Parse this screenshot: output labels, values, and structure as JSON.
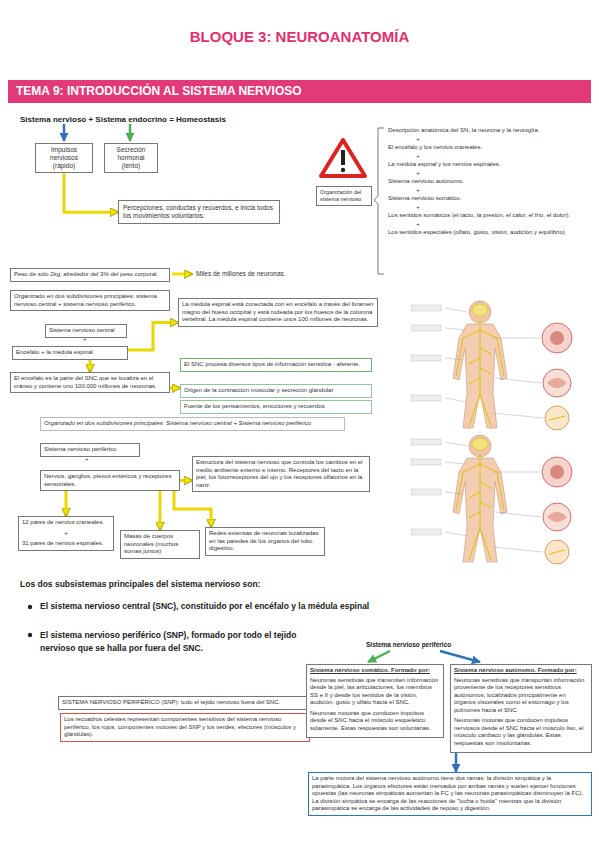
{
  "diagram": {
    "title": "BLOQUE 3: NEUROANATOMÍA",
    "nodes": [
      {
        "text": [
          "TEMA 9: INTRODUCCIÓN AL SISTEMA NERVIOSO"
        ]
      },
      {
        "text": [
          "Impulsos nerviosos (rápido)"
        ]
      },
      {
        "text": [
          "Secreción hormonal (lento)"
        ]
      },
      {
        "text": [
          "Percepciones, conductas y recuerdos, e inicia todos los movimientos voluntarios."
        ]
      },
      {
        "text": [
          "Organización del sistema nervioso"
        ]
      },
      {
        "text": [
          "Peso de sólo 2kg, alrededor del 3% del peso corporal."
        ]
      },
      {
        "text": [
          "Organizado en dos subdivisiones principales: sistema nervioso central + sistema nervioso periférico."
        ]
      },
      {
        "text": [
          "Sistema nervioso central"
        ]
      },
      {
        "text": [
          "Encéfalo + la médula espinal"
        ]
      },
      {
        "text": [
          "La médula espinal está conectada con en encéfalo a través del foramen magno del hueso occipital y está rodeada por los huesos de la columna vertebral. La médula espinal contiene unos 100 millones de neuronas."
        ]
      },
      {
        "text": [
          "El encéfalo es la parte del SNC que se localiza en el cráneo y contiene uno 100.000 millones de neuronas."
        ]
      },
      {
        "text": [
          "El SNC procesa diversos tipos de información sensitiva - aferente."
        ]
      },
      {
        "text": [
          "Origen de la contracción muscular y secreción glandular"
        ]
      },
      {
        "text": [
          "Fuente de los pensamientos, emociones y recuerdos"
        ]
      },
      {
        "text": [
          "Organizado en dos subdivisiones principales: Sistema nervioso central + Sistema nervioso periférico"
        ]
      },
      {
        "text": [
          "Sistema nervioso periférico"
        ]
      },
      {
        "text": [
          "Nervios, ganglios, plexos entéricos y receptores sensoriales."
        ]
      },
      {
        "text": [
          "Estructura del sistema nervioso que controla los cambios en el medio ambiente externo e interno. Receptores del tacto en la piel, los fotorreceptores del ojo y los receptores olfatorios en la nariz."
        ]
      },
      {
        "text": [
          "12 pares de nervios craneales.",
          "+",
          "31 pares de nervios espinales."
        ]
      },
      {
        "text": [
          "Masas de cuerpos neuronales (muchos somas juntos)"
        ]
      },
      {
        "text": [
          "Redes extensas de neuronas localizadas en las paredes de los órganos del tubo digestivo."
        ]
      },
      {
        "text": [
          "SISTEMA NERVIOSO PERIFÉRICO (SNP): todo el tejido nervioso fuera del SNC."
        ]
      },
      {
        "text": [
          "Los recuadros celestes representan componentes sensitivos del sistema nervioso periférico, los rojos, componentes motores del SNP y los verdes, efectores (músculos y glándulas)."
        ]
      },
      {
        "text": [
          "Sistema nervioso somático. Formado por:",
          "Neuronas sensitivas que transmiten información desde la piel, las articulaciones, los miembros SS e II y desde los sentidos de la visión, audición, gusto y olfato hacia el SNC.",
          "Neuronas motoras que conducen impulsos desde el SNC hacia el músculo esquelético solamente. Estas respuestas son voluntarias."
        ]
      },
      {
        "text": [
          "Sistema nervioso autónomo. Formado por:",
          "Neuronas sensitivas que transportan información proveniente de los receptores sensitivos autónomos, localizados principalmente en órganos viscerales como el estómago y los pulmones hacia el SNC.",
          "Neuronas motoras que conducen impulsos nerviosos desde el SNC hacia el músculo liso, el músculo cardíaco y las glándulas. Estas respuestas son involuntarias."
        ]
      },
      {
        "text": [
          "La parte motora del sistema nervioso autónomo tiene dos ramas: la división simpática y la parasimpática. Los órganos efectores están inervados por ambas ramas y suelen ejercer funciones opuestas (las neuronas simpáticas aumentan la FC y las neuronas parasimpáticas disminuyen la FC). La división simpática se encarga de las reacciones de \"lucha o huida\" mientras que la división parasimpática se encarga de las actividades de reposo y digestión."
        ]
      }
    ],
    "edges": [
      {
        "from": 1,
        "to": 3,
        "arrow": "to"
      },
      {
        "from": 8,
        "to": 9,
        "arrow": "to"
      },
      {
        "from": 8,
        "to": 10,
        "arrow": "to"
      },
      {
        "from": 10,
        "to": 12,
        "arrow": "to"
      },
      {
        "from": 16,
        "to": 17,
        "arrow": "to"
      },
      {
        "from": 16,
        "to": 18,
        "arrow": "to"
      },
      {
        "from": 16,
        "to": 19,
        "arrow": "to"
      },
      {
        "from": 16,
        "to": 20,
        "arrow": "to"
      },
      {
        "from": 24,
        "to": 25,
        "arrow": "to"
      }
    ],
    "labels": [
      "Sistema nervioso + Sistema endocrino = Homeostasis",
      "Descripción anatómica del SN, la neurona y la neuroglía.",
      "+",
      "El encéfalo y los nervios craneales.",
      "+",
      "La médula espinal y los nervios espinales.",
      "+",
      "Sistema nervioso autónomo.",
      "+",
      "Sistema nervioso somático.",
      "+",
      "Los sentidos somáticos (el tacto, la presión, el calor, el frío, el dolor).",
      "+",
      "Los sentidos especiales (olfato, gusto, visión, audición y equilibrio).",
      "Miles de millones de neuronas.",
      "+",
      "+",
      "Los dos subsistemas principales del sistema nervioso son:",
      "El sistema nervioso central (SNC), constituido por el encéfalo y la médula espinal",
      "El sistema nervioso periférico (SNP), formado por todo el tejido nervioso que se halla por fuera del SNC.",
      "Sistema nervioso periférico"
    ]
  }
}
